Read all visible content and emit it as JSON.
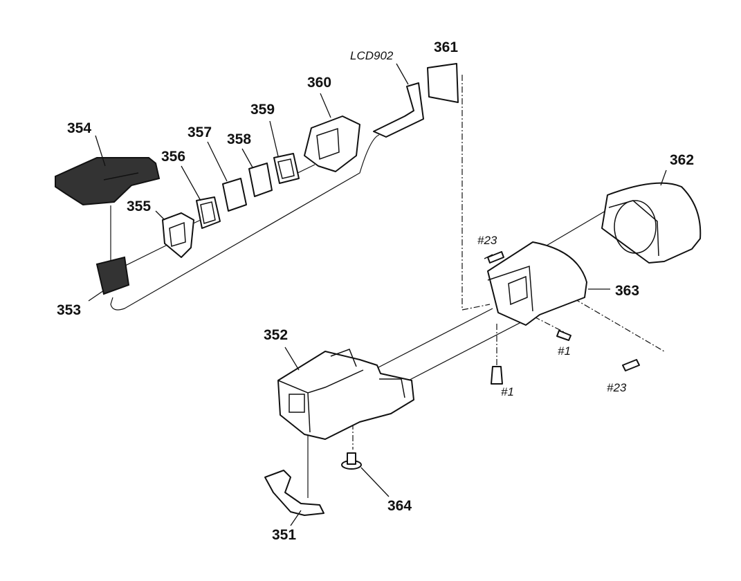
{
  "labels": {
    "p351": "351",
    "p352": "352",
    "p353": "353",
    "p354": "354",
    "p355": "355",
    "p356": "356",
    "p357": "357",
    "p358": "358",
    "p359": "359",
    "p360": "360",
    "p361": "361",
    "p362": "362",
    "p363": "363",
    "p364": "364",
    "lcd902": "LCD902",
    "s1a": "#1",
    "s1b": "#1",
    "s23a": "#23",
    "s23b": "#23"
  }
}
